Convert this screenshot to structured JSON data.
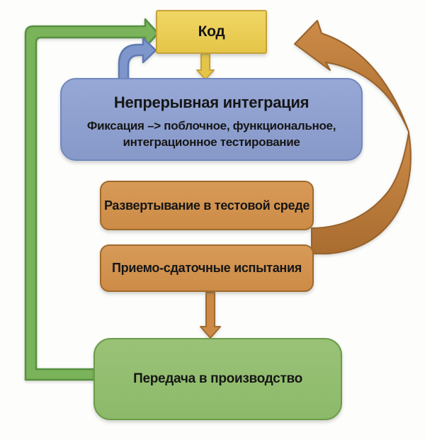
{
  "colors": {
    "background": "#fdfdfb",
    "text": "#161616",
    "yellow_fill_top": "#F0D765",
    "yellow_fill": "#E5C548",
    "yellow_border": "#C5A23A",
    "blue_fill_top": "#97A8D6",
    "blue_fill": "#8799C9",
    "blue_border": "#7288BE",
    "blue_arrow_fill": "#7E96CB",
    "blue_arrow_border": "#5F7AB4",
    "orange_fill_top": "#D89A58",
    "orange_fill": "#CC8C47",
    "orange_border": "#A06A2C",
    "orange_arrow_fill": "#CC8A46",
    "orange_arrow_border": "#A06A2C",
    "swoosh_top": "#CD8B48",
    "swoosh_bottom": "#A96D30",
    "swoosh_border": "#98622B",
    "green_fill_top": "#9AC277",
    "green_fill": "#8CBA69",
    "green_border": "#6B9C4A",
    "green_arrow_fill": "#7BB35A",
    "green_arrow_border": "#579140"
  },
  "nodes": {
    "code": {
      "label": "Код"
    },
    "ci": {
      "title": "Непрерывная интеграция",
      "line1": "Фиксация –> поблочное, функциональное,",
      "line2": "интеграционное тестирование"
    },
    "deploy_test": {
      "label": "Развертывание в тестовой среде"
    },
    "acceptance": {
      "label": "Приемо-сдаточные испытания"
    },
    "production": {
      "label": "Передача в производство"
    }
  },
  "connectors": [
    {
      "id": "production-to-code",
      "from": "production",
      "to": "code",
      "color": "green",
      "shape": "right-angle-feedback-arrow"
    },
    {
      "id": "ci-to-code",
      "from": "ci",
      "to": "code",
      "color": "blue",
      "shape": "hook-loop-arrow"
    },
    {
      "id": "code-to-ci",
      "from": "code",
      "to": "ci",
      "color": "yellow",
      "shape": "straight-down-arrow"
    },
    {
      "id": "test-failure-to-code",
      "from": "deploy_test/acceptance",
      "to": "code",
      "color": "orange",
      "shape": "large-curved-swoosh-arrow"
    },
    {
      "id": "acceptance-to-production",
      "from": "acceptance",
      "to": "production",
      "color": "orange",
      "shape": "straight-down-arrow"
    }
  ]
}
